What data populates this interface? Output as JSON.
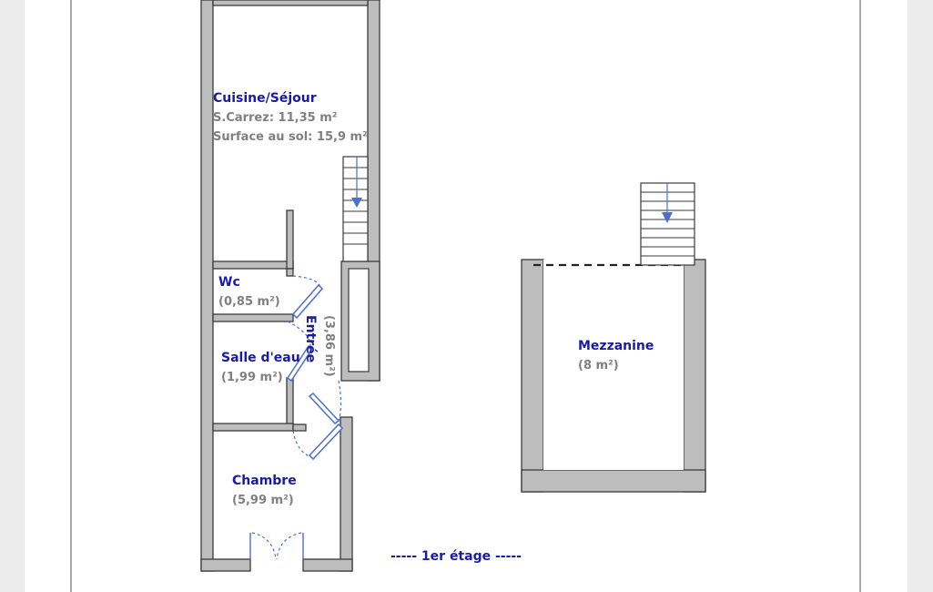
{
  "plan": {
    "floor_label": "----- 1er étage -----",
    "rooms": {
      "cuisine": {
        "name": "Cuisine/Séjour",
        "carrez": "S.Carrez: 11,35 m²",
        "surface_sol": "Surface au sol: 15,9 m²"
      },
      "wc": {
        "name": "Wc",
        "area": "(0,85 m²)"
      },
      "salle_eau": {
        "name": "Salle d'eau",
        "area": "(1,99 m²)"
      },
      "entree": {
        "name": "Entrée",
        "area": "(3,86 m²)"
      },
      "chambre": {
        "name": "Chambre",
        "area": "(5,99 m²)"
      },
      "mezzanine": {
        "name": "Mezzanine",
        "area": "(8 m²)"
      }
    }
  },
  "colors": {
    "page": "#ffffff",
    "surround": "#ececec",
    "wall_fill": "#bdbdbd",
    "wall_stroke": "#3a3a3a",
    "room_label": "#1a1aa8",
    "area_label": "#808080",
    "door": "#4a6fd0"
  },
  "icons": {
    "stairs": "stairs-down-icon",
    "door": "door-swing-icon",
    "arrow": "arrow-down-icon"
  }
}
